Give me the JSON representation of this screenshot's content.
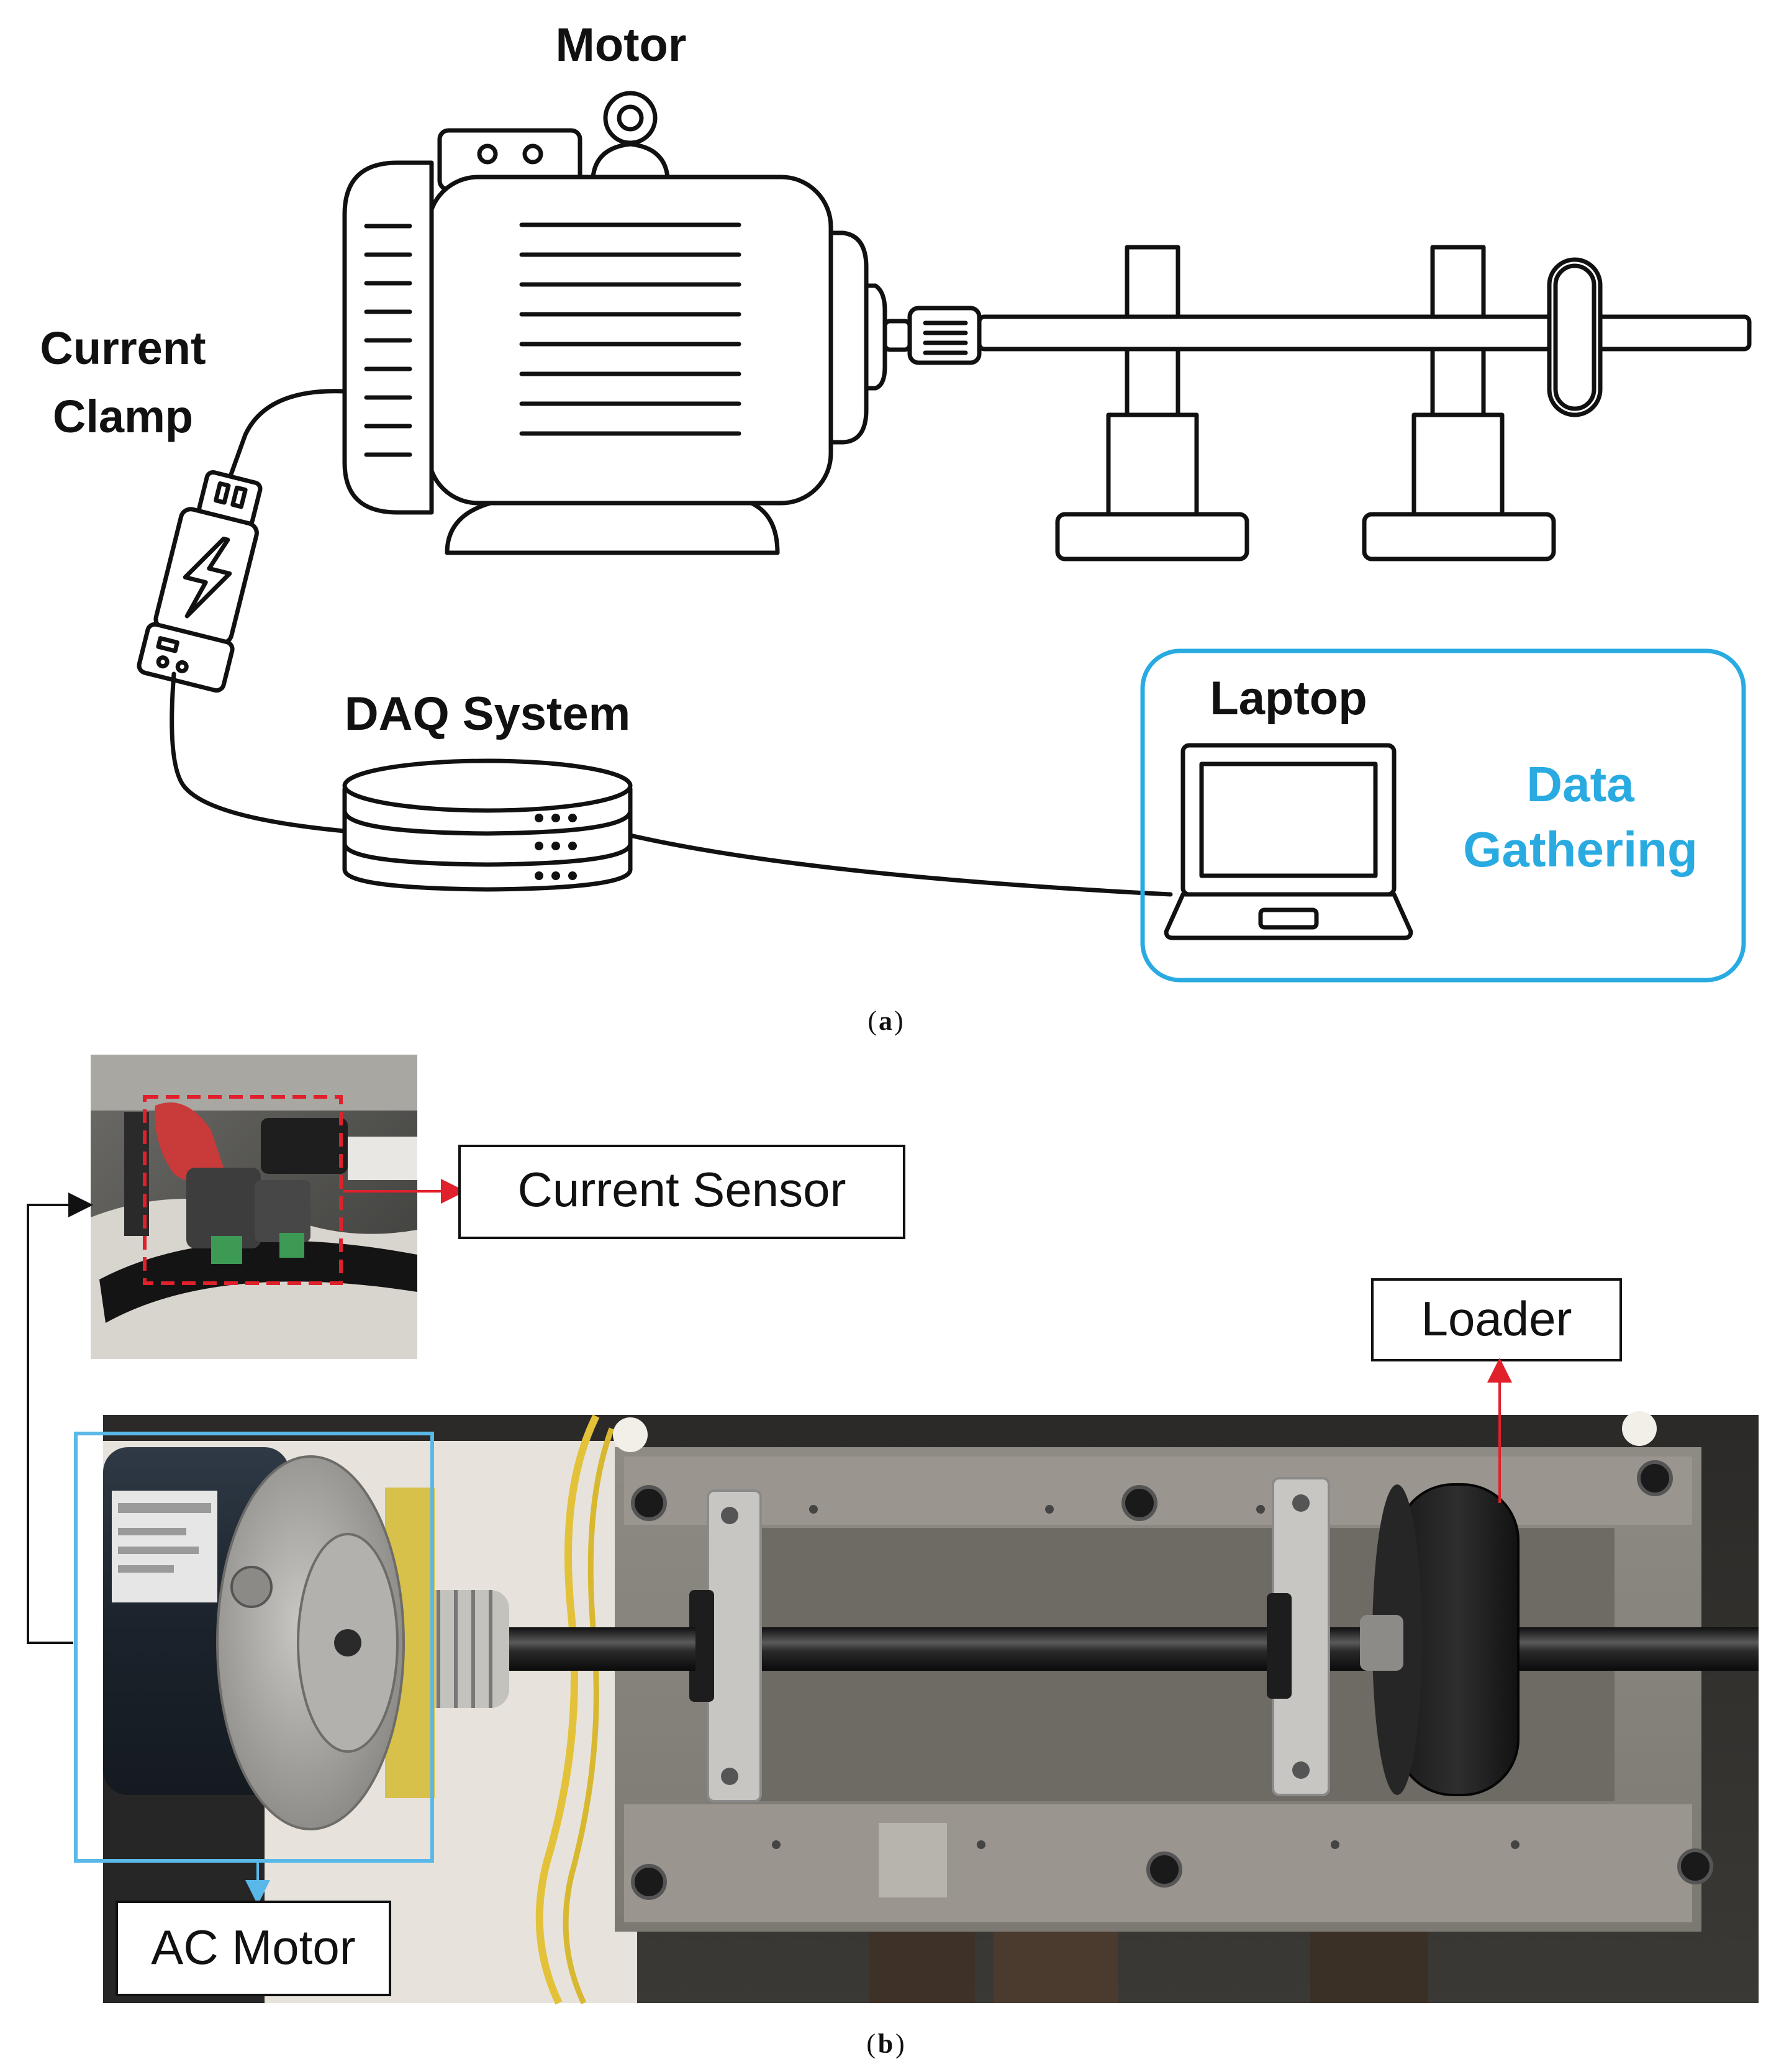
{
  "panel_a": {
    "labels": {
      "motor": "Motor",
      "clamp_line1": "Current",
      "clamp_line2": "Clamp",
      "daq": "DAQ System",
      "laptop": "Laptop",
      "gather_line1": "Data",
      "gather_line2": "Gathering"
    },
    "caption_letter": "a",
    "accent_color": "#29abe2"
  },
  "panel_b": {
    "labels": {
      "current_sensor": "Current Sensor",
      "loader": "Loader",
      "ac_motor": "AC Motor"
    },
    "caption_letter": "b",
    "highlight_red": "#e0202a",
    "highlight_blue": "#5ab8e8"
  },
  "icons": [
    "motor-icon",
    "lightning-icon",
    "database-icon",
    "laptop-icon",
    "coupling-icon",
    "bearing-icon"
  ]
}
